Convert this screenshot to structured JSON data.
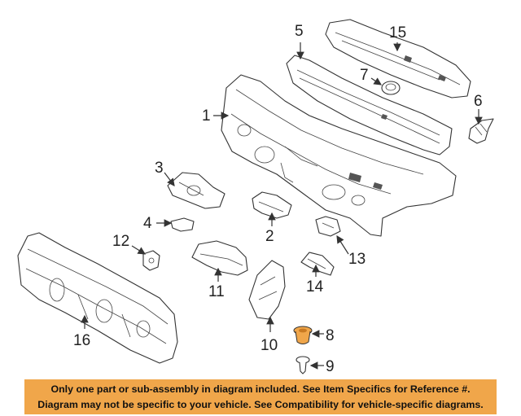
{
  "callouts": [
    {
      "id": "1",
      "label": "1"
    },
    {
      "id": "2",
      "label": "2"
    },
    {
      "id": "3",
      "label": "3"
    },
    {
      "id": "4",
      "label": "4"
    },
    {
      "id": "5",
      "label": "5"
    },
    {
      "id": "6",
      "label": "6"
    },
    {
      "id": "7",
      "label": "7"
    },
    {
      "id": "8",
      "label": "8"
    },
    {
      "id": "9",
      "label": "9"
    },
    {
      "id": "10",
      "label": "10"
    },
    {
      "id": "11",
      "label": "11"
    },
    {
      "id": "12",
      "label": "12"
    },
    {
      "id": "13",
      "label": "13"
    },
    {
      "id": "14",
      "label": "14"
    },
    {
      "id": "15",
      "label": "15"
    },
    {
      "id": "16",
      "label": "16"
    }
  ],
  "banner": {
    "line1": "Only one part or sub-assembly in diagram included. See Item Specifics for Reference #.",
    "line2": "Diagram may not be specific to your vehicle. See Compatibility for vehicle-specific diagrams."
  },
  "colors": {
    "banner_bg": "#f0a64a",
    "highlight_part": "#f0a64a",
    "line": "#333333"
  }
}
